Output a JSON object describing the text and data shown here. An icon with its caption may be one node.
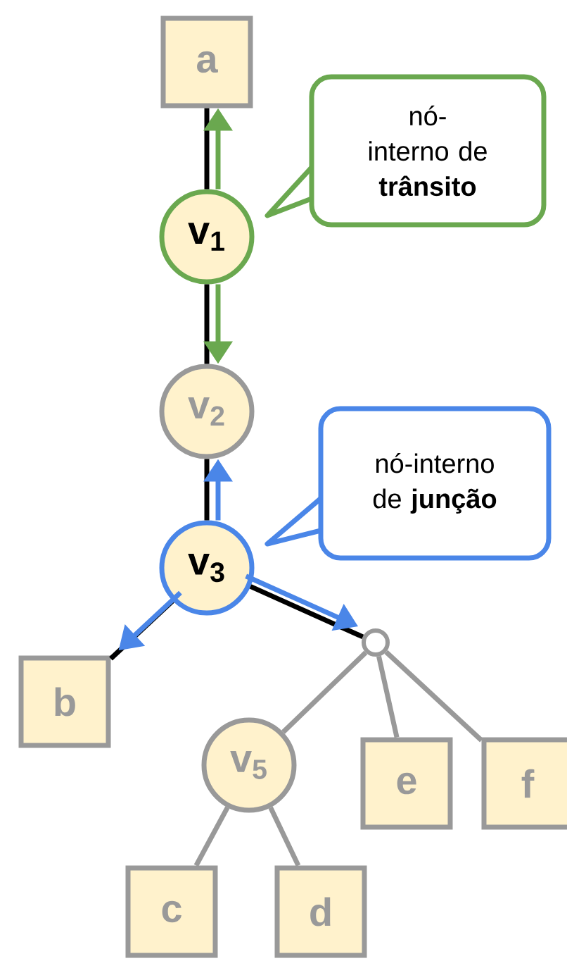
{
  "diagram": {
    "nodes": [
      {
        "text": [
          "a"
        ]
      },
      {
        "text": [
          "v$_{1}$"
        ]
      },
      {
        "text": [
          "nó-interno de **trânsito**"
        ]
      },
      {
        "text": [
          "v$_{2}$"
        ]
      },
      {
        "text": [
          "nó-interno de **junção**"
        ]
      },
      {
        "text": [
          "v$_{3}$"
        ]
      },
      {
        "text": [
          "b"
        ]
      },
      {
        "text": [],
        "shape": "circle"
      },
      {
        "text": [
          "v$_{5}$"
        ]
      },
      {
        "text": [
          "e"
        ]
      },
      {
        "text": [
          "f"
        ]
      },
      {
        "text": [
          "c"
        ]
      },
      {
        "text": [
          "d"
        ]
      }
    ],
    "edges": [
      {
        "from": 0,
        "to": 1,
        "arrow": "none"
      },
      {
        "from": 1,
        "to": 3,
        "arrow": "none"
      },
      {
        "from": 3,
        "to": 5,
        "arrow": "none"
      },
      {
        "from": 5,
        "to": 6,
        "arrow": "none"
      },
      {
        "from": 5,
        "to": 7,
        "arrow": "none"
      },
      {
        "from": 7,
        "to": 8,
        "arrow": "none",
        "color": "#999999"
      },
      {
        "from": 7,
        "to": 9,
        "arrow": "none",
        "color": "#999999"
      },
      {
        "from": 7,
        "to": 10,
        "arrow": "none",
        "color": "#999999"
      },
      {
        "from": 8,
        "to": 11,
        "arrow": "none",
        "color": "#999999"
      },
      {
        "from": 8,
        "to": 12,
        "arrow": "none",
        "color": "#999999"
      },
      {
        "from": 1,
        "to": 0,
        "arrow": "to",
        "color": "#6aa84f"
      },
      {
        "from": 1,
        "to": 3,
        "arrow": "to",
        "color": "#6aa84f"
      },
      {
        "from": 5,
        "to": 3,
        "arrow": "to",
        "color": "#4a86e8"
      },
      {
        "from": 5,
        "to": 6,
        "arrow": "to",
        "color": "#4a86e8"
      },
      {
        "from": 5,
        "to": 7,
        "arrow": "to",
        "color": "#4a86e8"
      }
    ]
  }
}
